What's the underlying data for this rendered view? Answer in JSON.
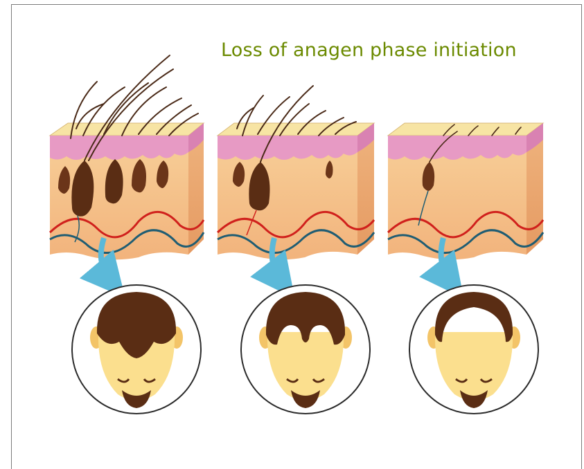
{
  "title": {
    "text": "Loss of anagen phase initiation",
    "color": "#6b8a00"
  },
  "stages": [
    {
      "name": "stage-1",
      "hair_density": "dense",
      "head_pattern": "full-hair"
    },
    {
      "name": "stage-2",
      "hair_density": "moderate",
      "head_pattern": "receding-hairline"
    },
    {
      "name": "stage-3",
      "hair_density": "sparse",
      "head_pattern": "bald-crown"
    }
  ],
  "colors": {
    "skin_top": "#f7e4a4",
    "skin_pink": "#e79ac4",
    "dermis": "#f6c48f",
    "dermis_side": "#e9a56f",
    "hair": "#5a2d14",
    "face": "#fbdf8e",
    "artery": "#d0201c",
    "vein": "#1f5d73",
    "arrow": "#5bb9d9"
  }
}
